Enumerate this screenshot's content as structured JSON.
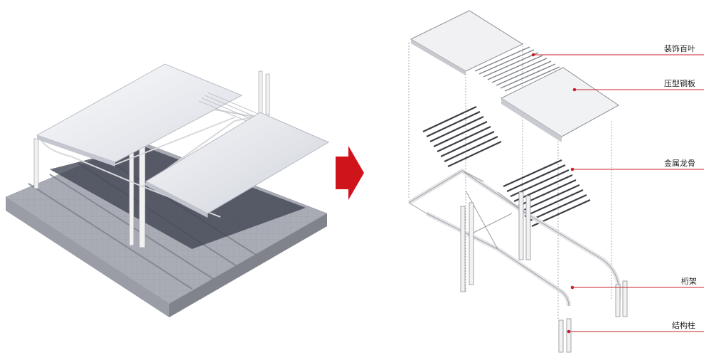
{
  "colors": {
    "accent_red": "#d0141c",
    "leader_line": "#c8202a",
    "roof_light": "#f4f4f6",
    "roof_mid": "#dcdfe6",
    "steel": "#e9e9ea",
    "steel_edge": "#8a8a8e",
    "ground_top": "#aeb1ba",
    "ground_side": "#8c8f98",
    "shadow": "#3e4350"
  },
  "icons": {
    "transition_arrow": "right-arrow-icon"
  },
  "callouts": [
    {
      "id": "louver",
      "label": "装饰百叶"
    },
    {
      "id": "steel-plate",
      "label": "压型钢板"
    },
    {
      "id": "metal-keel",
      "label": "金属龙骨"
    },
    {
      "id": "truss",
      "label": "桁架"
    },
    {
      "id": "column",
      "label": "结构柱"
    }
  ]
}
